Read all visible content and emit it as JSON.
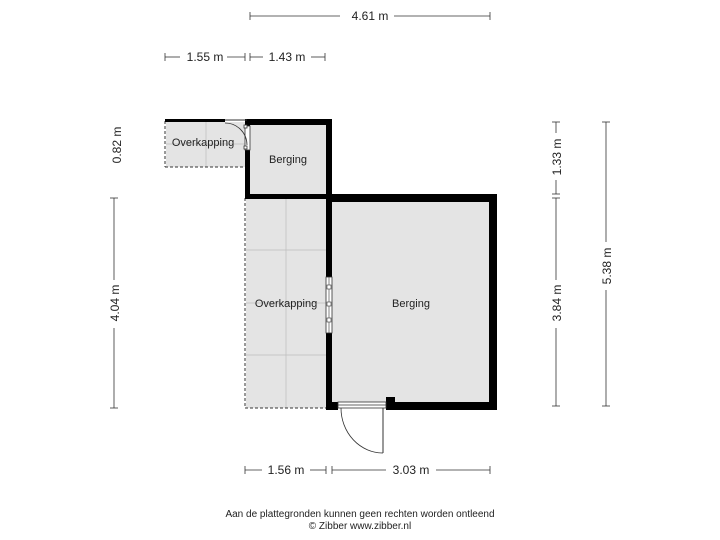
{
  "rooms": {
    "overkapping_small": "Overkapping",
    "berging_small": "Berging",
    "overkapping_large": "Overkapping",
    "berging_large": "Berging"
  },
  "dimensions": {
    "top_total": "4.61 m",
    "top_left": "1.55 m",
    "top_right": "1.43 m",
    "bottom_left": "1.56 m",
    "bottom_right": "3.03 m",
    "left_top": "0.82 m",
    "left_bottom": "4.04 m",
    "right_top": "1.33 m",
    "right_bottom": "3.84 m",
    "right_total": "5.38 m"
  },
  "footer": {
    "disclaimer": "Aan de plattegronden kunnen geen rechten worden ontleend",
    "credit": "© Zibber www.zibber.nl"
  }
}
